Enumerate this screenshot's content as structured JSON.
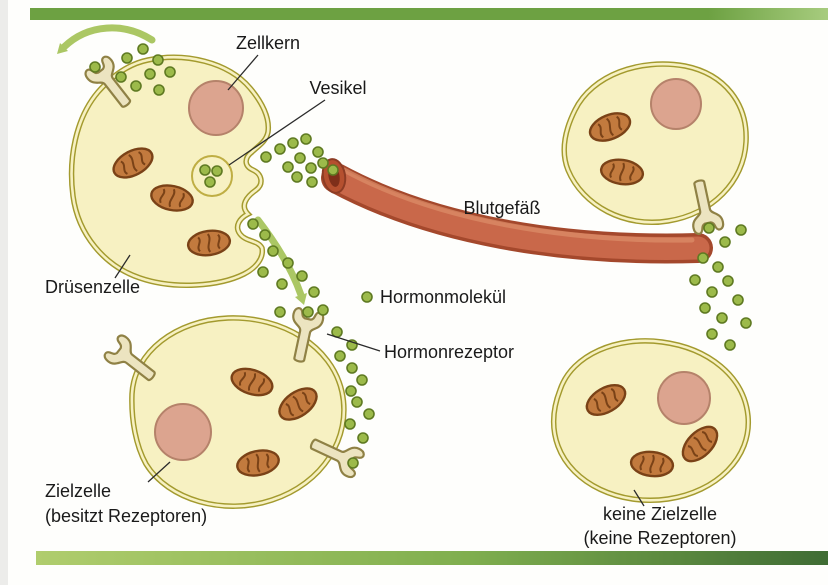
{
  "labels": {
    "zellkern": "Zellkern",
    "vesikel": "Vesikel",
    "druesenzelle": "Drüsenzelle",
    "blutgefaess": "Blutgefäß",
    "hormonmolekuel": "Hormonmolekül",
    "hormonrezeptor": "Hormonrezeptor",
    "zielzelle_line1": "Zielzelle",
    "zielzelle_line2": "(besitzt Rezeptoren)",
    "keine_zielzelle_line1": "keine Zielzelle",
    "keine_zielzelle_line2": "(keine Rezeptoren)"
  },
  "colors": {
    "cell_fill": "#f7f1c2",
    "cell_stroke": "#a39a2e",
    "nucleus_fill": "#dca48f",
    "mitochondrion_fill": "#c27a3e",
    "mitochondrion_stroke": "#7a4217",
    "hormone_fill": "#9cba4a",
    "hormone_stroke": "#5f7a22",
    "receptor_fill": "#ece4c0",
    "vessel_fill": "#c9684a",
    "vessel_stroke": "#a4482c",
    "arrow_green": "#abc764",
    "bar_top_start": "#6da142",
    "bar_top_end": "#a7cc7e",
    "bar_bottom_start": "#b0cd6d",
    "bar_bottom_mid": "#7fae4e",
    "bar_bottom_end": "#3f6c34",
    "text": "#1a1a1a"
  }
}
